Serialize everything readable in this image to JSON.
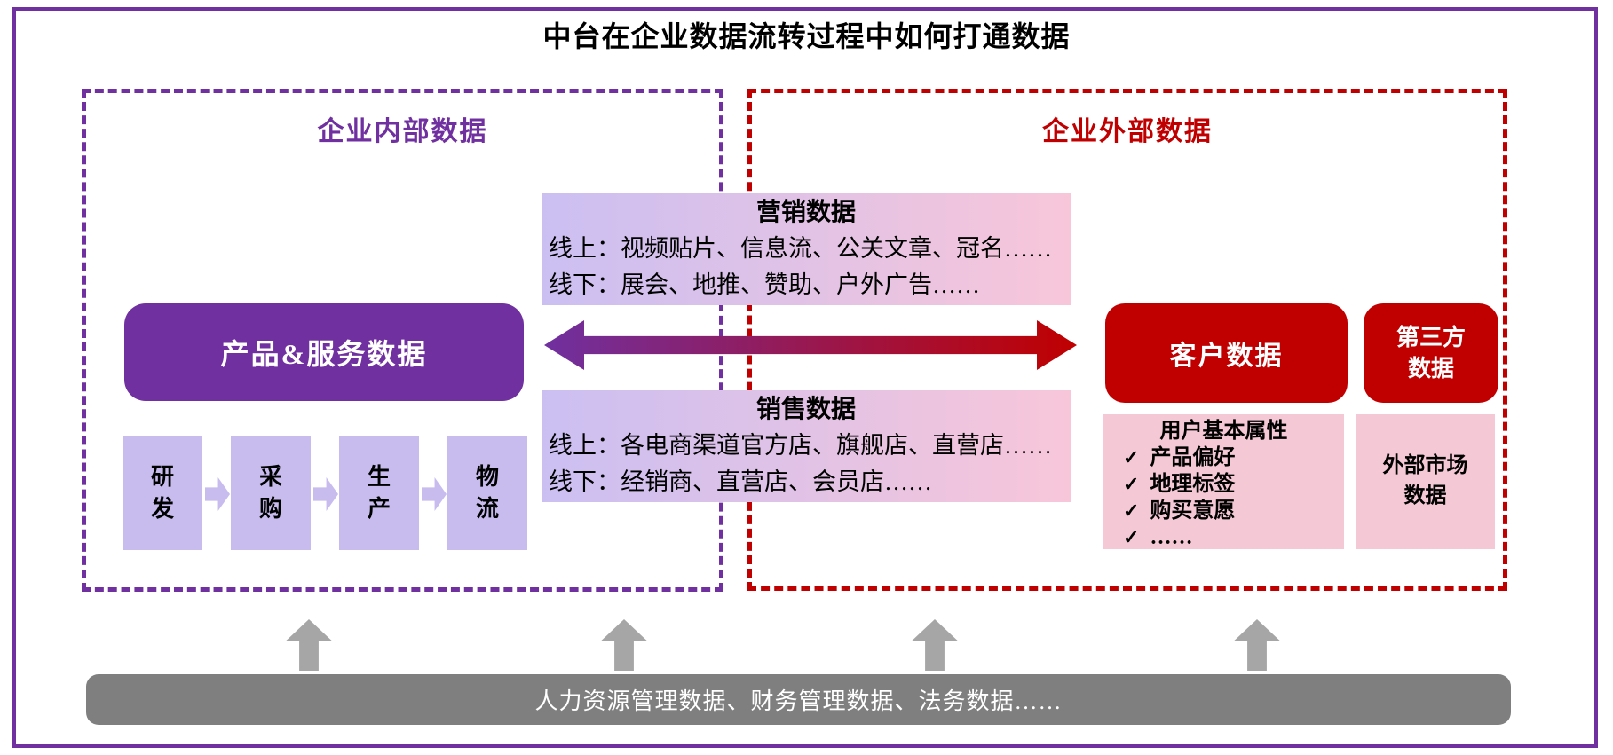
{
  "title": "中台在企业数据流转过程中如何打通数据",
  "internal_section": {
    "label": "企业内部数据",
    "product_box": "产品&服务数据",
    "process_steps": [
      "研发",
      "采购",
      "生产",
      "物流"
    ]
  },
  "external_section": {
    "label": "企业外部数据",
    "customer_box": "客户数据",
    "third_party_box": "第三方数据",
    "user_attributes": {
      "heading": "用户基本属性",
      "check": "✓",
      "items": [
        "产品偏好",
        "地理标签",
        "购买意愿",
        "……"
      ]
    },
    "external_market_box": "外部市场数据"
  },
  "marketing_box": {
    "title": "营销数据",
    "lines": [
      "线上：视频贴片、信息流、公关文章、冠名……",
      "线下：展会、地推、赞助、户外广告……"
    ]
  },
  "sales_box": {
    "title": "销售数据",
    "lines": [
      "线上：各电商渠道官方店、旗舰店、直营店……",
      "线下：经销商、直营店、会员店……"
    ]
  },
  "bottom_bar": {
    "label": "人力资源管理数据、财务管理数据、法务数据……"
  },
  "colors": {
    "purple": "#7030A0",
    "red": "#C00000",
    "light_purple": "#C8BCEF",
    "pink": "#F5C8D6",
    "gradient_left": "#CBBFF2",
    "gradient_right": "#F8C6D9",
    "gray_bar": "#7F7F7F",
    "gray_arrow": "#A6A6A6"
  }
}
